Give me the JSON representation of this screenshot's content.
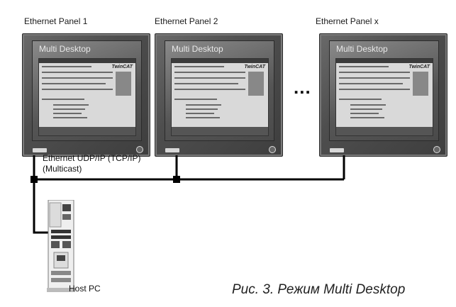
{
  "panels": [
    {
      "title": "Ethernet Panel 1",
      "screen_title": "Multi Desktop",
      "app_logo": "TwinCAT"
    },
    {
      "title": "Ethernet Panel 2",
      "screen_title": "Multi Desktop",
      "app_logo": "TwinCAT"
    },
    {
      "title": "Ethernet Panel x",
      "screen_title": "Multi Desktop",
      "app_logo": "TwinCAT"
    }
  ],
  "ellipsis": "...",
  "network": {
    "line1": "Ethernet UDP/IP (TCP/IP)",
    "line2": "(Multicast)"
  },
  "host": {
    "label": "Host PC"
  },
  "caption": "Рис. 3. Режим Multi Desktop",
  "colors": {
    "panel_frame": "#4e4e4e",
    "screen": "#6a6a6a",
    "network_line": "#000000",
    "background": "#ffffff"
  }
}
